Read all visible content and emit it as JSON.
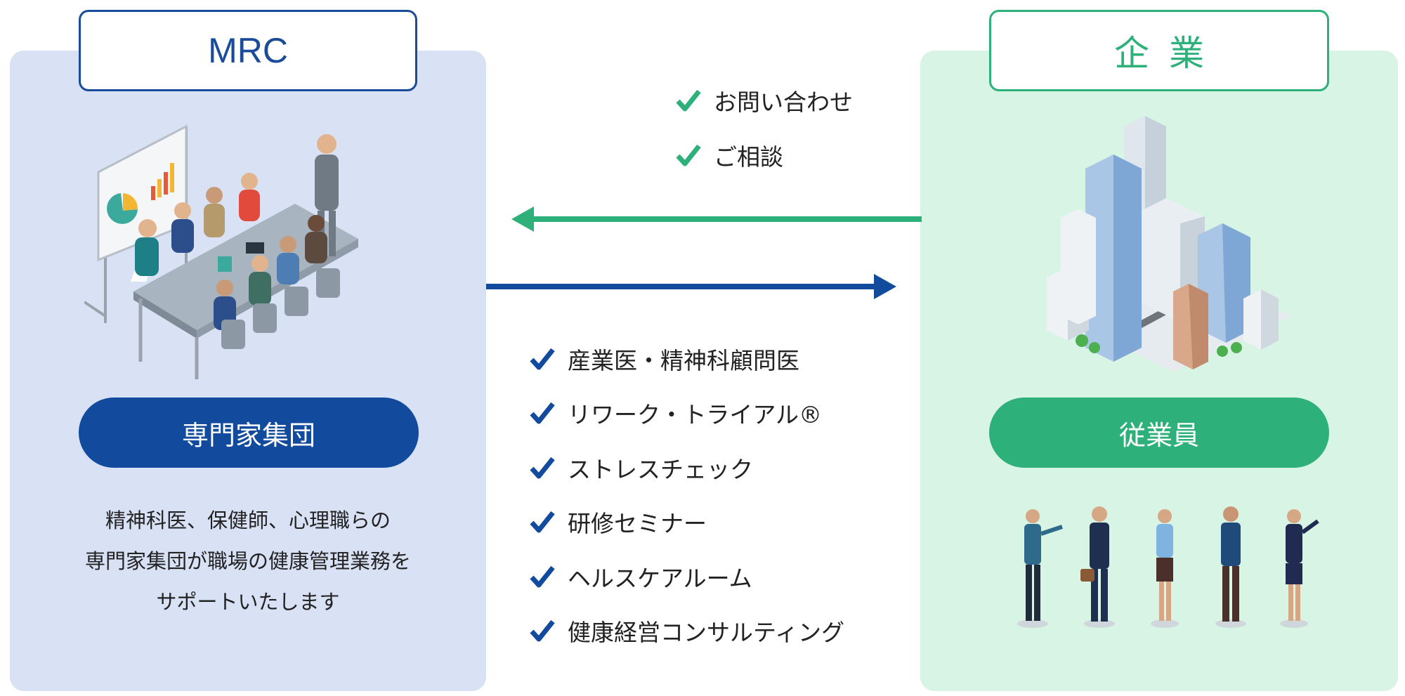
{
  "left": {
    "title": "MRC",
    "pill": "専門家集団",
    "description": [
      "精神科医、保健師、心理職らの",
      "専門家集団が職場の健康管理業務を",
      "サポートいたします"
    ]
  },
  "right": {
    "title": "企業",
    "pill": "従業員"
  },
  "inbound_items": [
    "お問い合わせ",
    "ご相談"
  ],
  "services": [
    "産業医・精神科顧問医",
    "リワーク・トライアル®",
    "ストレスチェック",
    "研修セミナー",
    "ヘルスケアルーム",
    "健康経営コンサルティング"
  ],
  "colors": {
    "mrc_blue": "#124b9d",
    "corp_green": "#2db07a",
    "left_bg": "#d9e1f5",
    "right_bg": "#d8f4e4"
  }
}
